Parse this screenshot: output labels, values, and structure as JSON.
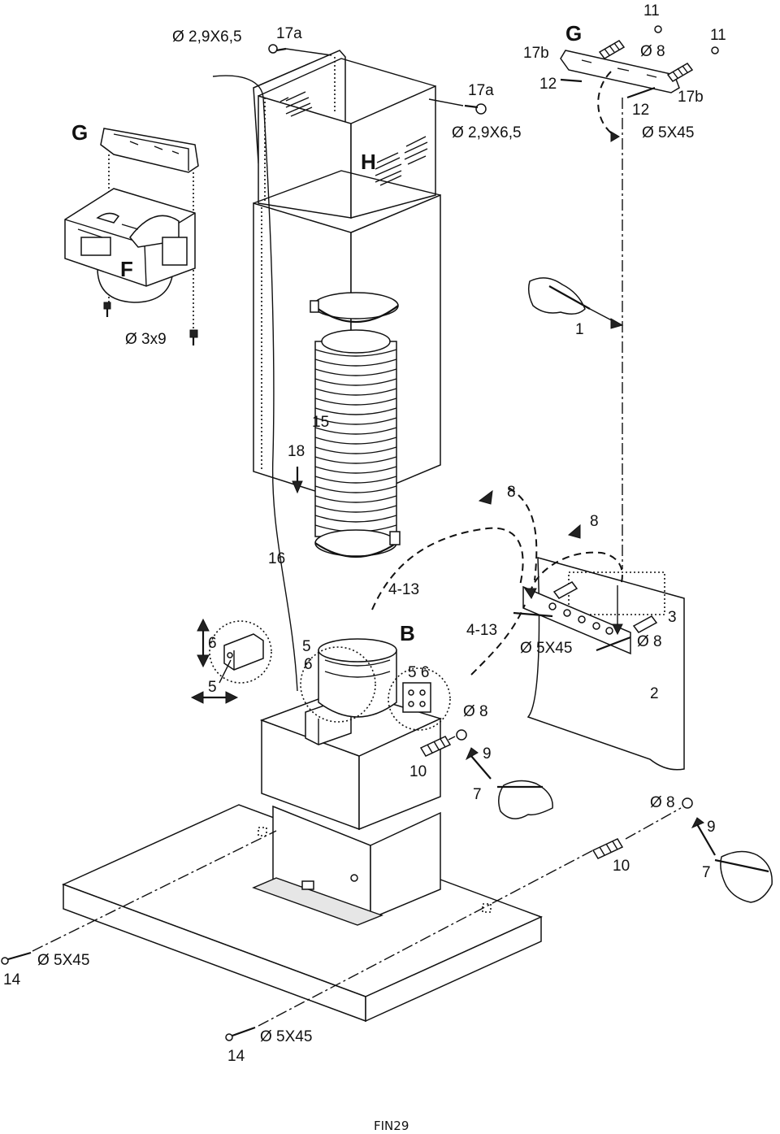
{
  "diagram": {
    "footer_code": "FIN29",
    "labels": {
      "l_screw_top_left": "Ø 2,9X6,5",
      "l_17a_top": "17a",
      "l_G_top": "G",
      "l_17b_top": "17b",
      "l_11_top": "11",
      "l_dia8_top": "Ø 8",
      "l_11_right": "11",
      "l_17a_mid": "17a",
      "l_12_a": "12",
      "l_12_b": "12",
      "l_17b_right": "17b",
      "l_G_left": "G",
      "l_screw_mid": "Ø 2,9X6,5",
      "l_5x45_top": "Ø 5X45",
      "l_H": "H",
      "l_F": "F",
      "l_3x9": "Ø 3x9",
      "l_1": "1",
      "l_15": "15",
      "l_18": "18",
      "l_8_a": "8",
      "l_8_b": "8",
      "l_16": "16",
      "l_4_13_a": "4-13",
      "l_4_13_b": "4-13",
      "l_B": "B",
      "l_3": "3",
      "l_6_box": "6",
      "l_5_box": "5",
      "l_5_mid": "5",
      "l_6_mid": "6",
      "l_56": "5 6",
      "l_5x45_mid": "Ø 5X45",
      "l_dia8_mid": "Ø 8",
      "l_2": "2",
      "l_dia8_low": "Ø 8",
      "l_9_a": "9",
      "l_10_a": "10",
      "l_7_a": "7",
      "l_dia8_right": "Ø 8",
      "l_9_b": "9",
      "l_10_b": "10",
      "l_7_b": "7",
      "l_5x45_left": "Ø 5X45",
      "l_14_left": "14",
      "l_5x45_bottom": "Ø 5X45",
      "l_14_bottom": "14"
    }
  }
}
